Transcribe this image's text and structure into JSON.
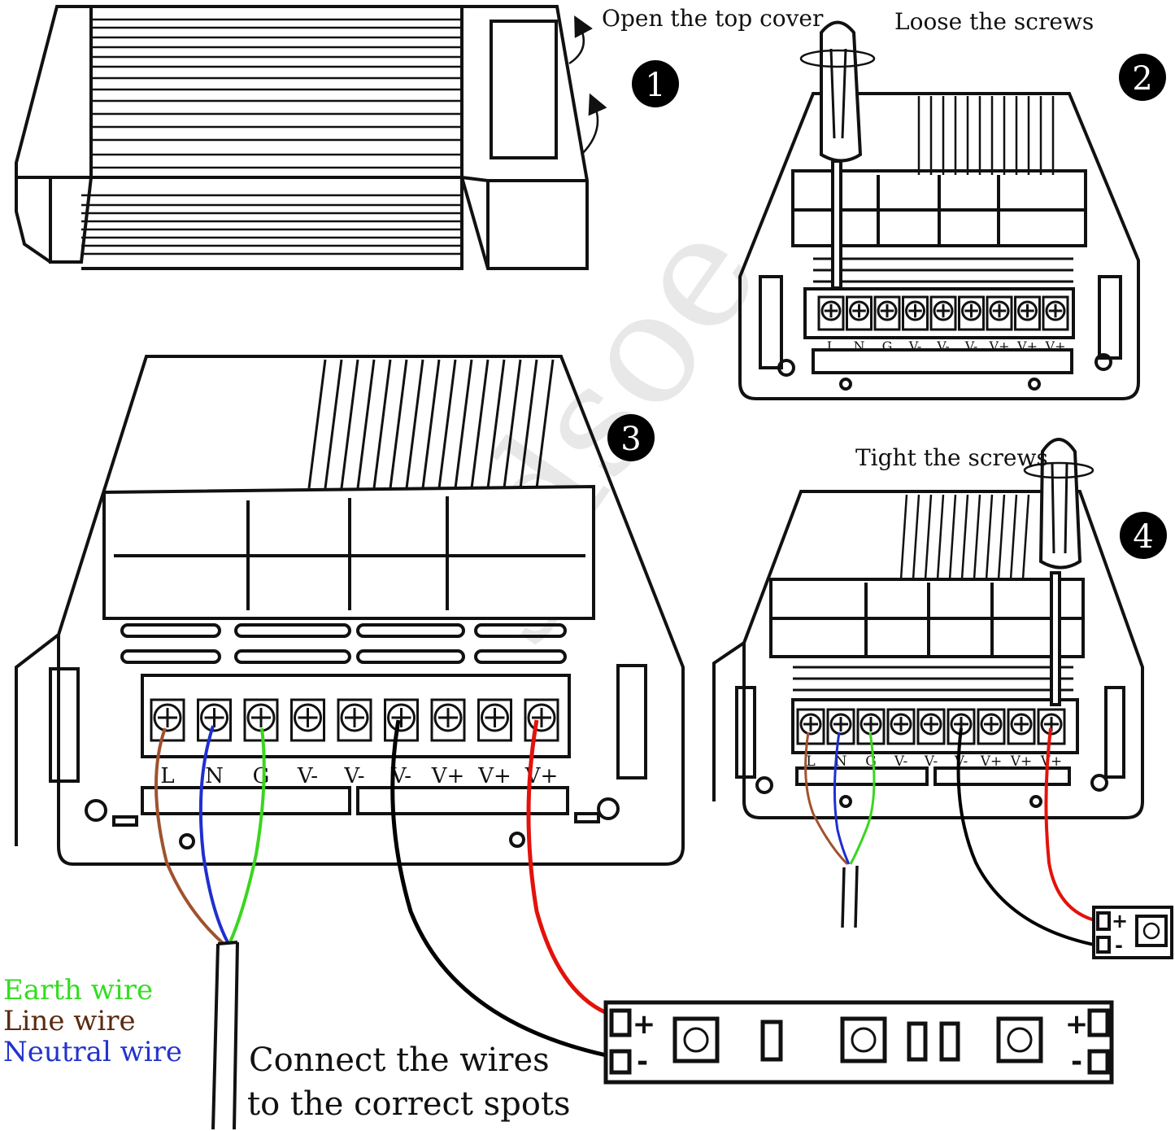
{
  "steps": {
    "step1": {
      "number": "1",
      "caption": "Open the top cover"
    },
    "step2": {
      "number": "2",
      "caption": "Loose the screws"
    },
    "step3": {
      "number": "3",
      "caption_line1": "Connect the wires",
      "caption_line2": "to the correct spots"
    },
    "step4": {
      "number": "4",
      "caption": "Tight the screws"
    }
  },
  "terminals": [
    "L",
    "N",
    "G",
    "V-",
    "V-",
    "V-",
    "V+",
    "V+",
    "V+"
  ],
  "legend": {
    "earth": {
      "text": "Earth wire",
      "color": "#33dd22"
    },
    "line": {
      "text": "Line wire",
      "color": "#5a2a10"
    },
    "neutral": {
      "text": "Neutral wire",
      "color": "#2233cc"
    }
  },
  "wire_colors": {
    "line": "#a0522d",
    "neutral": "#1f2fd0",
    "earth": "#3ad61f",
    "negative": "#000000",
    "positive": "#e3120b"
  },
  "strip_labels": {
    "plus": "+",
    "minus": "-"
  },
  "watermark": "Jdsoe"
}
